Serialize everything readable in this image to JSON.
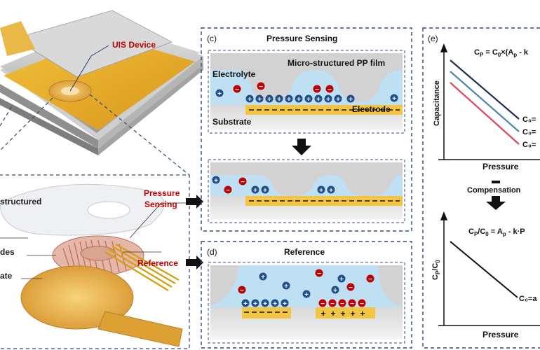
{
  "left": {
    "device_label": "UIS Device",
    "layer_pp": "structured",
    "layer_pp2": "",
    "layer_electrodes": "des",
    "layer_substrate": "ate",
    "callout_pressure_l1": "Pressure",
    "callout_pressure_l2": "Sensing",
    "callout_reference": "Reference"
  },
  "panel_c": {
    "tag": "(c)",
    "title": "Pressure Sensing",
    "film_label": "Micro-structured PP film",
    "electrolyte_label": "Electrolyte",
    "electrode_label": "Electrode",
    "substrate_label": "Substrate"
  },
  "panel_d": {
    "tag": "(d)",
    "title": "Reference"
  },
  "panel_e": {
    "tag": "(e)",
    "eq_top": "C",
    "eq_top_sub": "P",
    "eq_top_rest": " = C",
    "eq_top_sub2": "0",
    "eq_top_tail": "×(A",
    "eq_top_sub3": "p",
    "eq_top_end": " - k",
    "y_label_top": "Capacitance",
    "x_label_top": "Pressure",
    "line_labels": [
      "C₀=",
      "C₀=",
      "C₀="
    ],
    "comp_label": "Compensation",
    "eq_bottom": "C",
    "eq_bottom_rest": "/C",
    "eq_bottom_tail": " = A",
    "eq_bottom_end": " - k·P",
    "y_label_bottom": "C",
    "y_label_bottom_mid": "/C",
    "x_label_bottom": "Pressure",
    "bottom_line_label": "C₀=a"
  },
  "colors": {
    "panel_border": "#2f4a7a",
    "red_label": "#c00000",
    "electrolyte": "#bfe0f2",
    "electrode": "#f4c542",
    "line_dark": "#1f2d4f",
    "line_teal": "#4a88a8",
    "line_red": "#e0455a"
  }
}
